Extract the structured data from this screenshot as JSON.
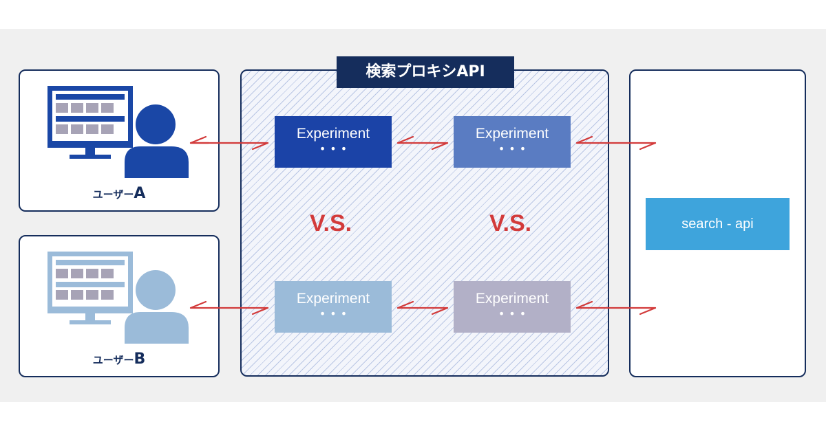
{
  "users": [
    {
      "label_prefix": "ユーザー",
      "label_letter": "A",
      "color": "#1a47a6"
    },
    {
      "label_prefix": "ユーザー",
      "label_letter": "B",
      "color": "#9bbbd9"
    }
  ],
  "proxy": {
    "title": "検索プロキシAPI"
  },
  "experiments": [
    {
      "label": "Experiment",
      "dots": "•••",
      "color": "#1b43a7"
    },
    {
      "label": "Experiment",
      "dots": "•••",
      "color": "#5a7cc2"
    },
    {
      "label": "Experiment",
      "dots": "•••",
      "color": "#9bbbd9"
    },
    {
      "label": "Experiment",
      "dots": "•••",
      "color": "#b2b0c7"
    }
  ],
  "vs_labels": [
    "V.S.",
    "V.S."
  ],
  "backend": {
    "label": "search - api",
    "color": "#3ea4dc"
  },
  "colors": {
    "navy": "#152d5c",
    "arrow": "#d23a3a",
    "background": "#f0f0f0"
  }
}
